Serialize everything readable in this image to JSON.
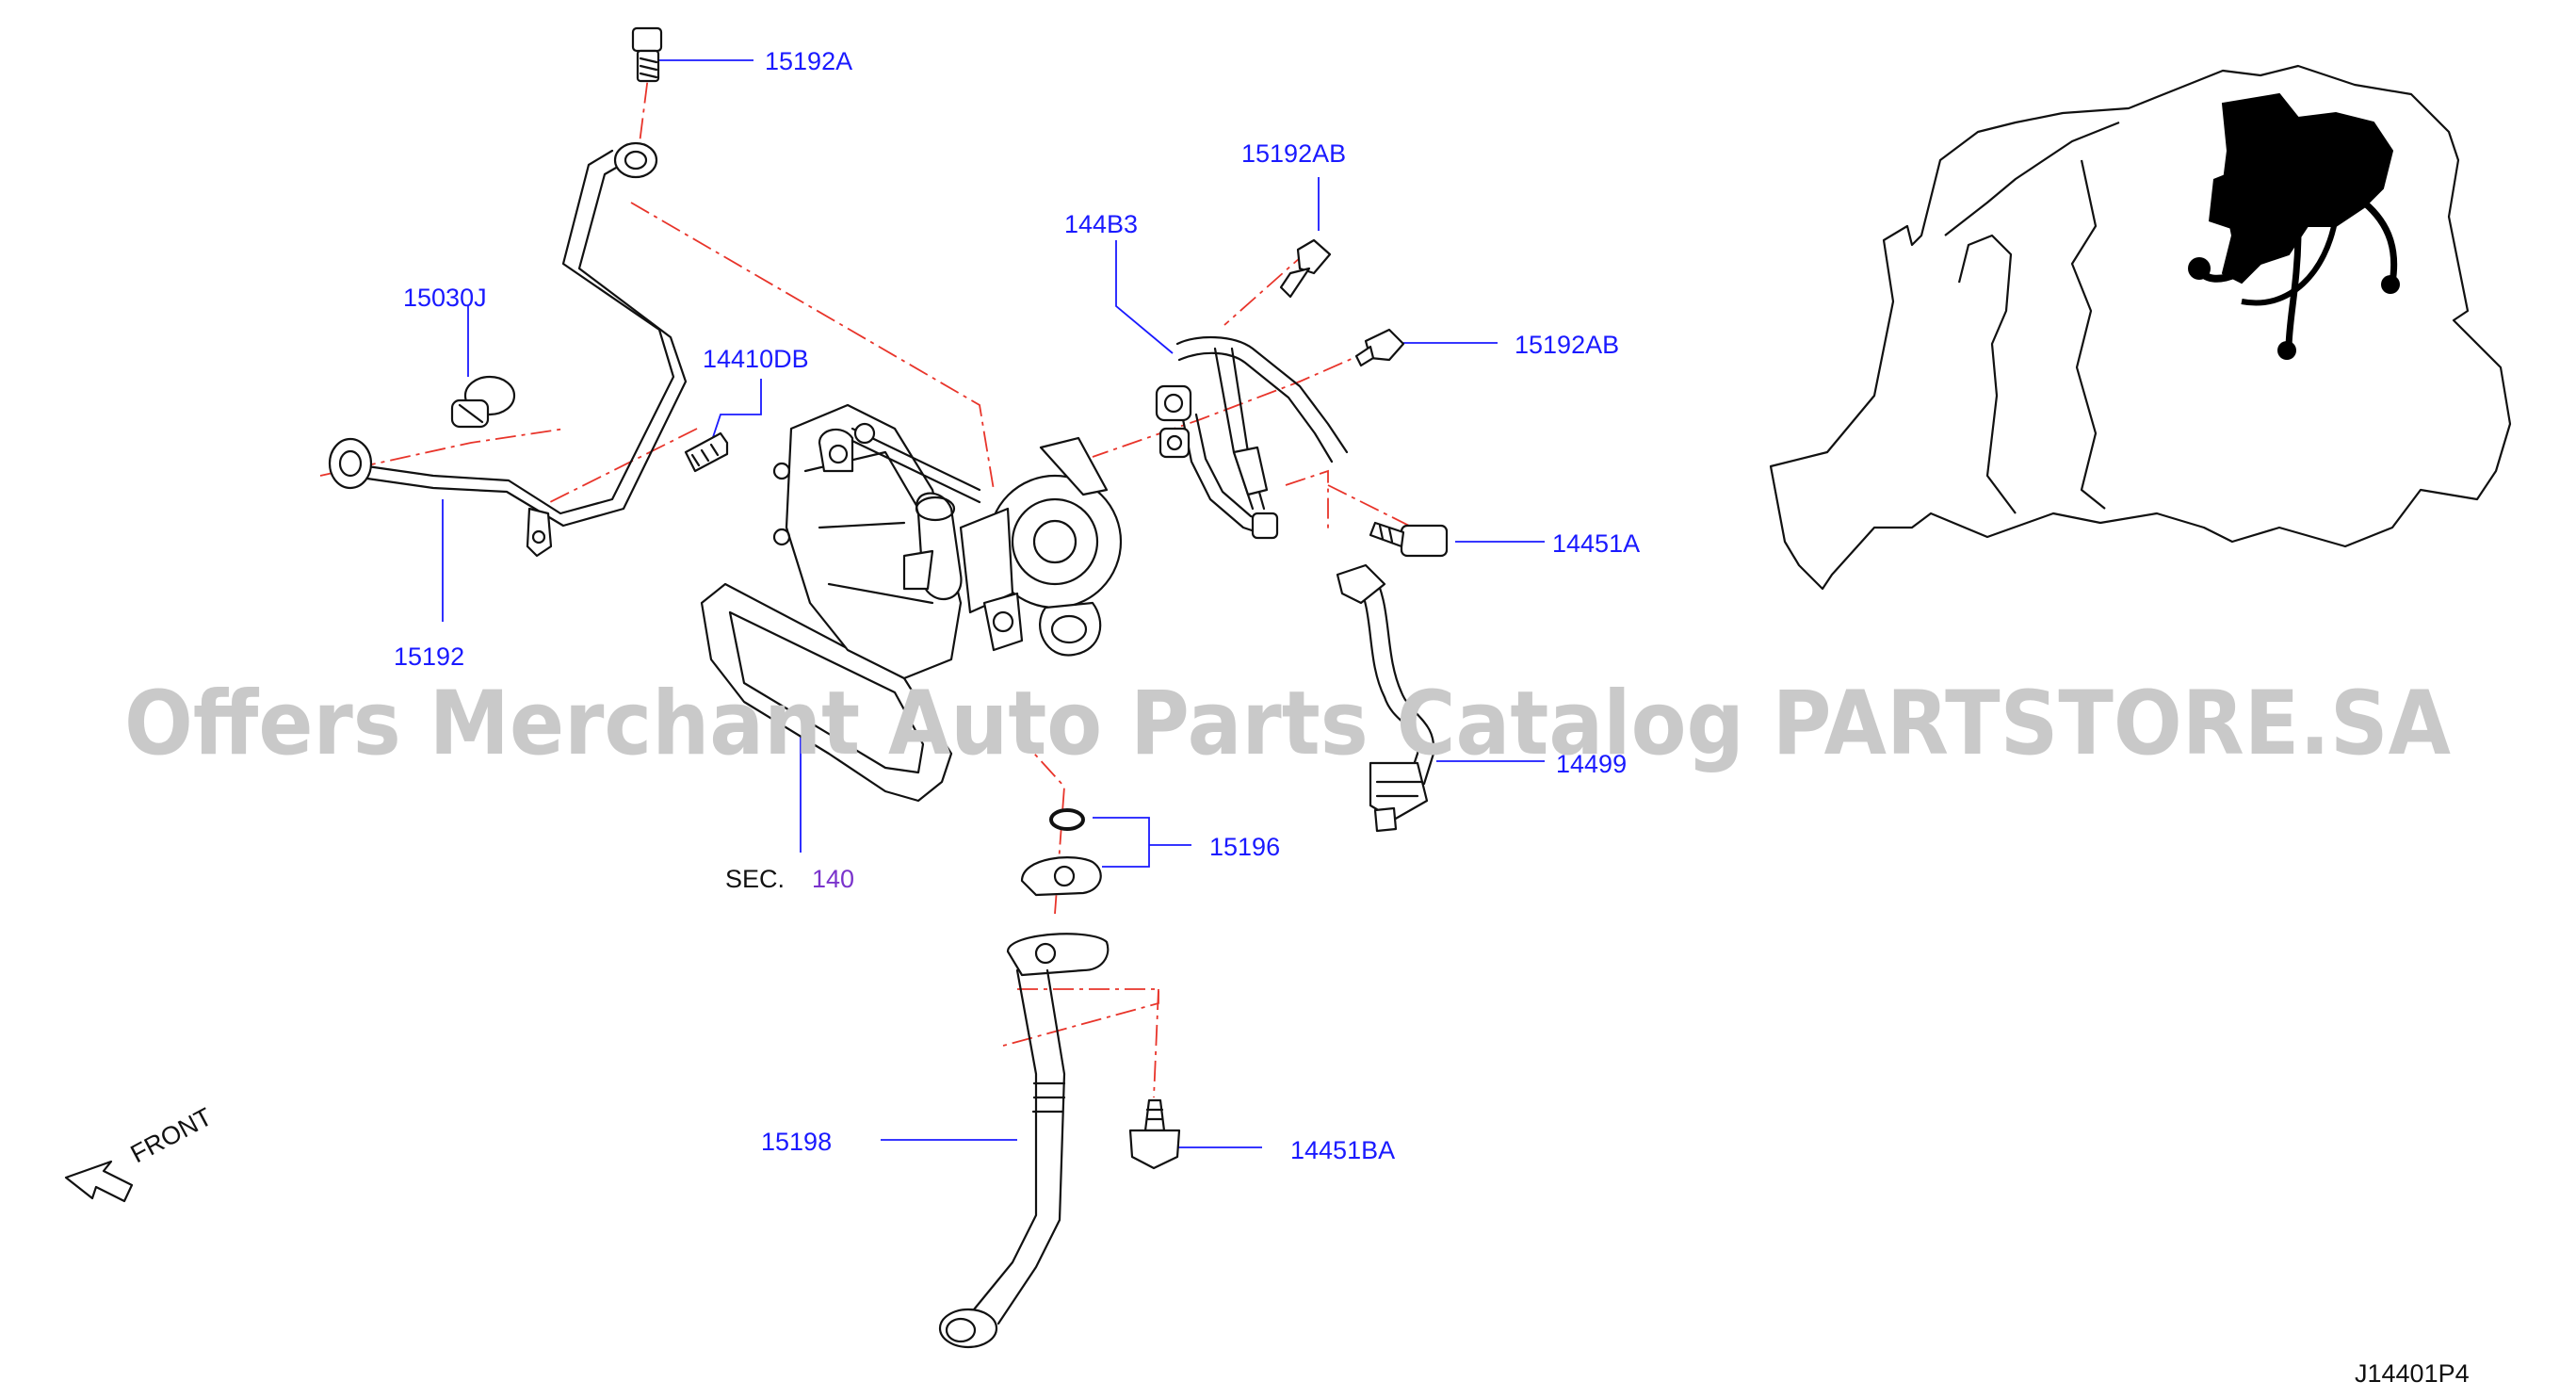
{
  "diagram": {
    "watermark": "Offers Merchant Auto Parts Catalog PARTSTORE.SA",
    "diagram_code": "J14401P4",
    "front_label": "FRONT",
    "section_ref": {
      "prefix": "SEC.",
      "number": "140"
    },
    "callouts": [
      {
        "id": "15192A",
        "label": "15192A"
      },
      {
        "id": "15192AB_top",
        "label": "15192AB"
      },
      {
        "id": "144B3",
        "label": "144B3"
      },
      {
        "id": "15030J",
        "label": "15030J"
      },
      {
        "id": "14410DB",
        "label": "14410DB"
      },
      {
        "id": "15192AB_right",
        "label": "15192AB"
      },
      {
        "id": "14451A",
        "label": "14451A"
      },
      {
        "id": "15192",
        "label": "15192"
      },
      {
        "id": "14499",
        "label": "14499"
      },
      {
        "id": "15196",
        "label": "15196"
      },
      {
        "id": "15198",
        "label": "15198"
      },
      {
        "id": "14451BA",
        "label": "14451BA"
      }
    ],
    "colors": {
      "callout_text": "#1a1aff",
      "leader_line": "#1a1aff",
      "assembly_dash": "#e8342a",
      "section_number": "#7a33cc",
      "watermark": "#c9c9c9"
    }
  }
}
